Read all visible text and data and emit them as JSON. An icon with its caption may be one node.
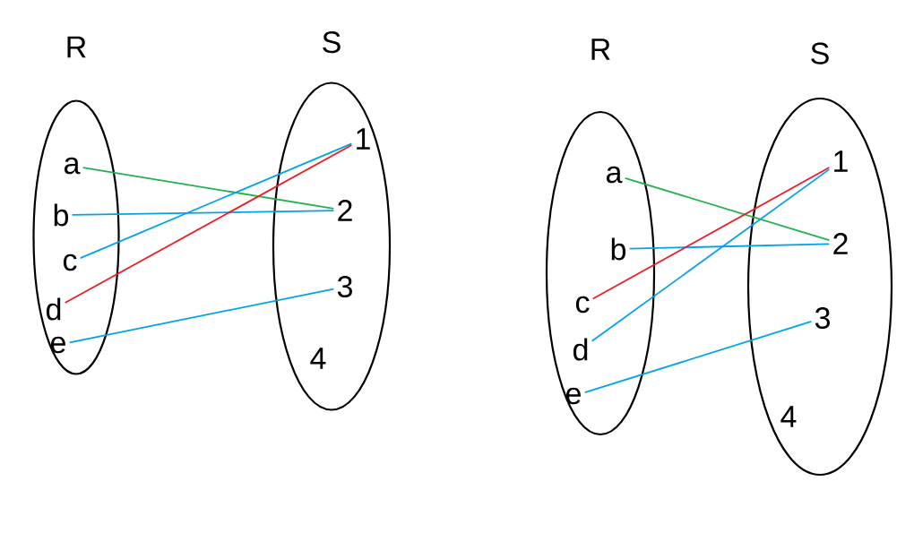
{
  "diagram": {
    "nodes": [
      {
        "text": [
          "R"
        ]
      },
      {
        "text": [
          "a"
        ],
        "in": 0
      },
      {
        "text": [
          "b"
        ],
        "in": 0
      },
      {
        "text": [
          "c"
        ],
        "in": 0
      },
      {
        "text": [
          "d"
        ],
        "in": 0
      },
      {
        "text": [
          "e"
        ],
        "in": 0
      },
      {
        "text": [
          "S"
        ]
      },
      {
        "text": [
          "1"
        ],
        "in": 6
      },
      {
        "text": [
          "2"
        ],
        "in": 6
      },
      {
        "text": [
          "3"
        ],
        "in": 6
      },
      {
        "text": [
          "4"
        ],
        "in": 6
      },
      {
        "text": [
          "R"
        ]
      },
      {
        "text": [
          "a"
        ],
        "in": 11
      },
      {
        "text": [
          "b"
        ],
        "in": 11
      },
      {
        "text": [
          "c"
        ],
        "in": 11
      },
      {
        "text": [
          "d"
        ],
        "in": 11
      },
      {
        "text": [
          "e"
        ],
        "in": 11
      },
      {
        "text": [
          "S"
        ]
      },
      {
        "text": [
          "1"
        ],
        "in": 17
      },
      {
        "text": [
          "2"
        ],
        "in": 17
      },
      {
        "text": [
          "3"
        ],
        "in": 17
      },
      {
        "text": [
          "4"
        ],
        "in": 17
      }
    ],
    "edges": [
      {
        "from": 1,
        "to": 8,
        "arrow": "none",
        "color": "#22b14c"
      },
      {
        "from": 2,
        "to": 8,
        "arrow": "none"
      },
      {
        "from": 3,
        "to": 7,
        "arrow": "none"
      },
      {
        "from": 4,
        "to": 7,
        "arrow": "none",
        "color": "#ed1c24"
      },
      {
        "from": 5,
        "to": 9,
        "arrow": "none"
      },
      {
        "from": 12,
        "to": 19,
        "arrow": "none",
        "color": "#22b14c"
      },
      {
        "from": 13,
        "to": 19,
        "arrow": "none"
      },
      {
        "from": 14,
        "to": 18,
        "arrow": "none",
        "color": "#ed1c24"
      },
      {
        "from": 15,
        "to": 18,
        "arrow": "none"
      },
      {
        "from": 16,
        "to": 20,
        "arrow": "none"
      }
    ]
  }
}
